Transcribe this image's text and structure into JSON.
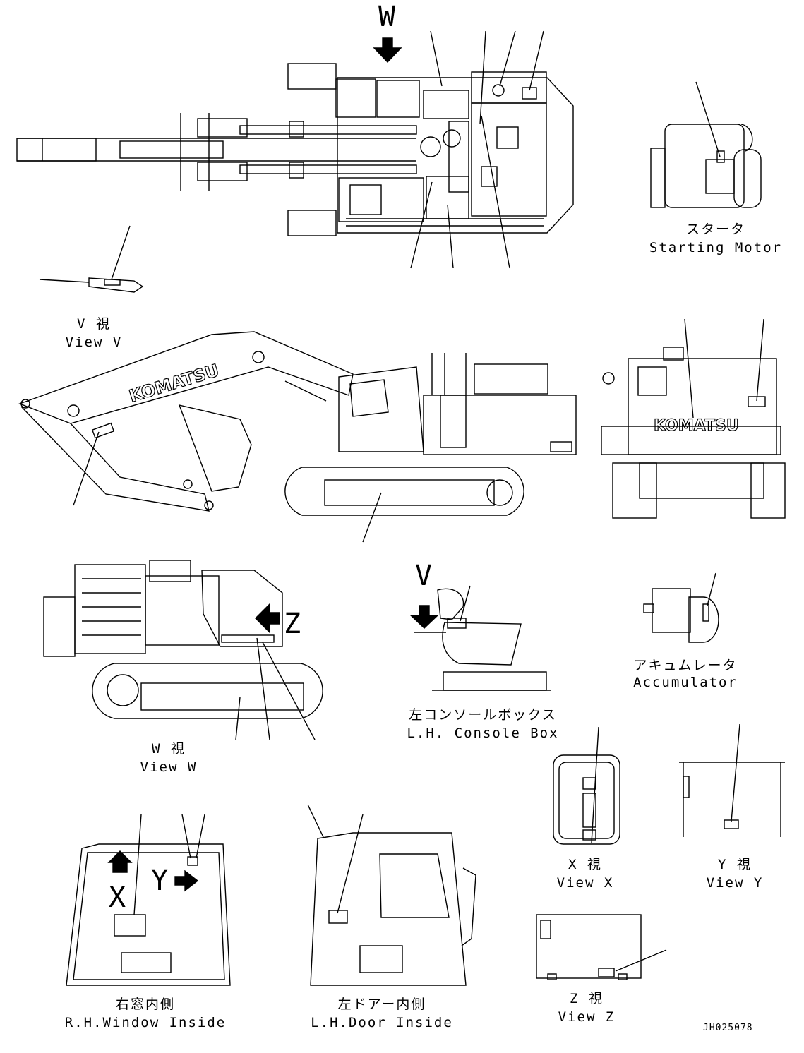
{
  "views": {
    "v": {
      "jp": "V  視",
      "en": "View V"
    },
    "w": {
      "jp": "W  視",
      "en": "View W"
    },
    "x": {
      "jp": "X  視",
      "en": "View X"
    },
    "y": {
      "jp": "Y  視",
      "en": "View Y"
    },
    "z": {
      "jp": "Z  視",
      "en": "View Z"
    }
  },
  "components": {
    "starter": {
      "jp": "スタータ",
      "en": "Starting Motor"
    },
    "accumulator": {
      "jp": "アキュムレータ",
      "en": "Accumulator"
    },
    "console": {
      "jp": "左コンソールボックス",
      "en": "L.H. Console Box"
    },
    "rh_window": {
      "jp": "右窓内側",
      "en": "R.H.Window Inside"
    },
    "lh_door": {
      "jp": "左ドアー内側",
      "en": "L.H.Door Inside"
    }
  },
  "arrow_letters": {
    "w": "W",
    "v": "V",
    "z": "Z",
    "x": "X",
    "y": "Y"
  },
  "brand": "KOMATSU",
  "drawing_number": "JH025078",
  "colors": {
    "ink": "#000000",
    "paper": "#ffffff"
  },
  "icons": [
    "view-arrow-icon"
  ]
}
